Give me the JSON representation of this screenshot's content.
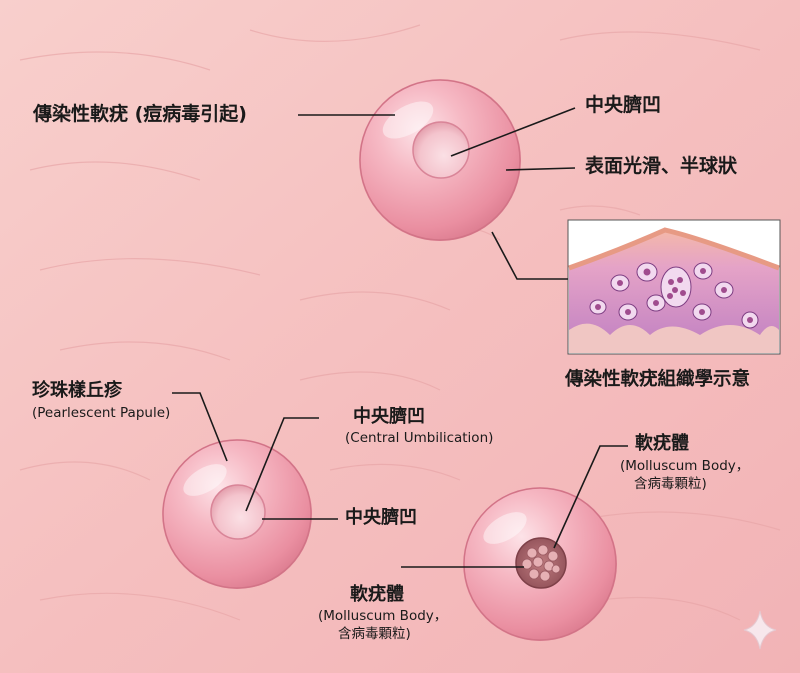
{
  "labels": {
    "disease": "傳染性軟疣 (痘病毒引起)",
    "top_umbilication": "中央臍凹",
    "surface": "表面光滑、半球狀",
    "histology_caption": "傳染性軟疣組織學示意",
    "papule_title": "珍珠樣丘疹",
    "papule_sub": "(Pearlescent Papule)",
    "central_umb_title": "中央臍凹",
    "central_umb_sub": "(Central Umbilication)",
    "umb_short": "中央臍凹",
    "mbody_right_title": "軟疣體",
    "mbody_right_sub1": "(Molluscum Body，",
    "mbody_right_sub2": "含病毒顆粒)",
    "mbody_left_title": "軟疣體",
    "mbody_left_sub1": "(Molluscum Body，",
    "mbody_left_sub2": "含病毒顆粒)"
  },
  "colors": {
    "background": "#f6c3c2",
    "lesion": "#ef9fae",
    "lesion_core": "#f9d2d8",
    "leader_line": "#1a1a1a",
    "tissue_purple": "#c888c6"
  },
  "icons": [
    "sparkle-icon"
  ]
}
